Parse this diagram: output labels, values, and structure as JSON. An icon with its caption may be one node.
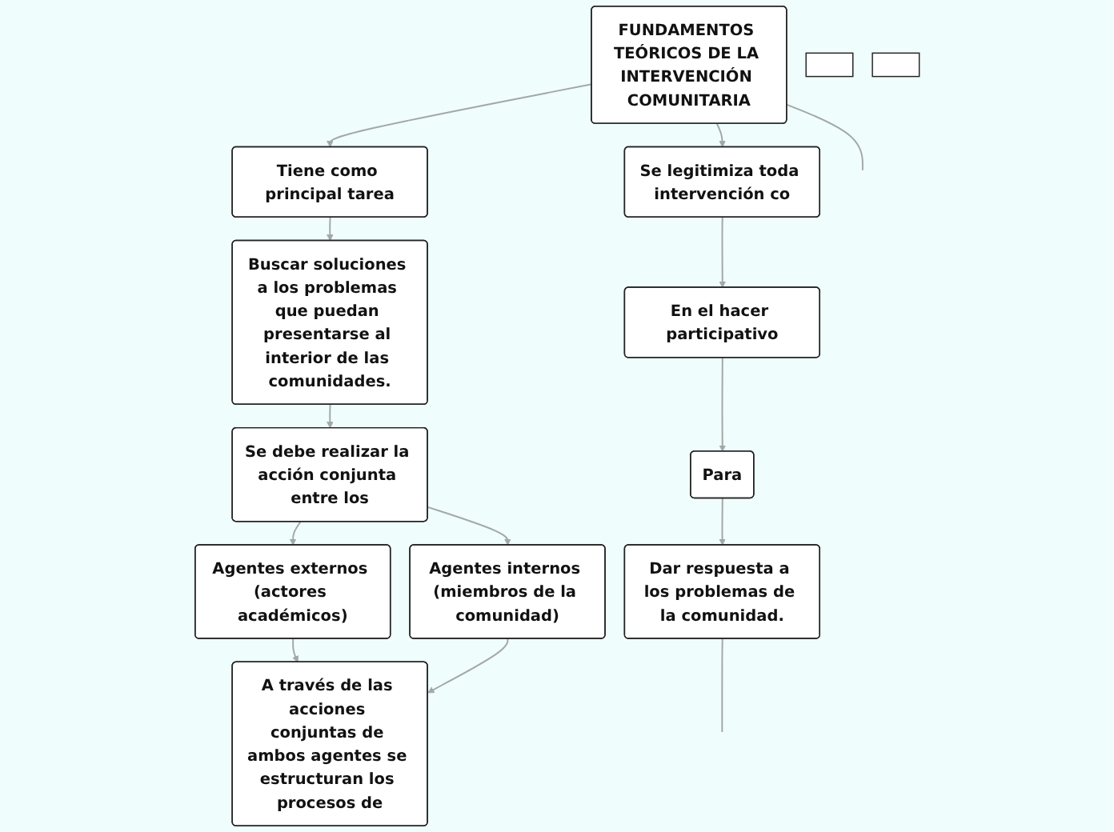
{
  "diagram": {
    "nodes": [
      {
        "text": [
          "FUNDAMENTOS TEÓRICOS DE LA INTERVENCIÓN COMUNITARIA"
        ]
      },
      {
        "text": [
          "Tiene como principal tarea"
        ]
      },
      {
        "text": [
          "Buscar soluciones a los problemas que puedan presentarse al interior de las comunidades."
        ]
      },
      {
        "text": [
          "Se debe realizar la acción conjunta entre los"
        ]
      },
      {
        "text": [
          "Agentes externos (actores académicos)"
        ]
      },
      {
        "text": [
          "Agentes internos (miembros de la comunidad)"
        ]
      },
      {
        "text": [
          "A través de las acciones conjuntas de ambos agentes se estructuran los procesos de"
        ]
      },
      {
        "text": [
          "Se legitimiza toda intervención co"
        ]
      },
      {
        "text": [
          "En el hacer participativo"
        ]
      },
      {
        "text": [
          "Para"
        ]
      },
      {
        "text": [
          "Dar respuesta a los problemas de la comunidad."
        ]
      },
      {
        "text": [],
        "shape": "box"
      },
      {
        "text": [],
        "shape": "box"
      }
    ],
    "edges": [
      {
        "from": 0,
        "to": null,
        "arrow": "none"
      },
      {
        "from": 0,
        "to": 1,
        "arrow": "to"
      },
      {
        "from": 1,
        "to": 2,
        "arrow": "to"
      },
      {
        "from": 2,
        "to": 3,
        "arrow": "to"
      },
      {
        "from": 3,
        "to": 4,
        "arrow": "to"
      },
      {
        "from": 3,
        "to": 5,
        "arrow": "to"
      },
      {
        "from": 4,
        "to": 6,
        "arrow": "to"
      },
      {
        "from": 5,
        "to": 6,
        "arrow": "to"
      },
      {
        "from": 0,
        "to": 7,
        "arrow": "to"
      },
      {
        "from": 7,
        "to": 8,
        "arrow": "to"
      },
      {
        "from": 8,
        "to": 9,
        "arrow": "to"
      },
      {
        "from": 9,
        "to": 10,
        "arrow": "to"
      },
      {
        "from": 10,
        "to": null,
        "arrow": "none"
      }
    ]
  }
}
